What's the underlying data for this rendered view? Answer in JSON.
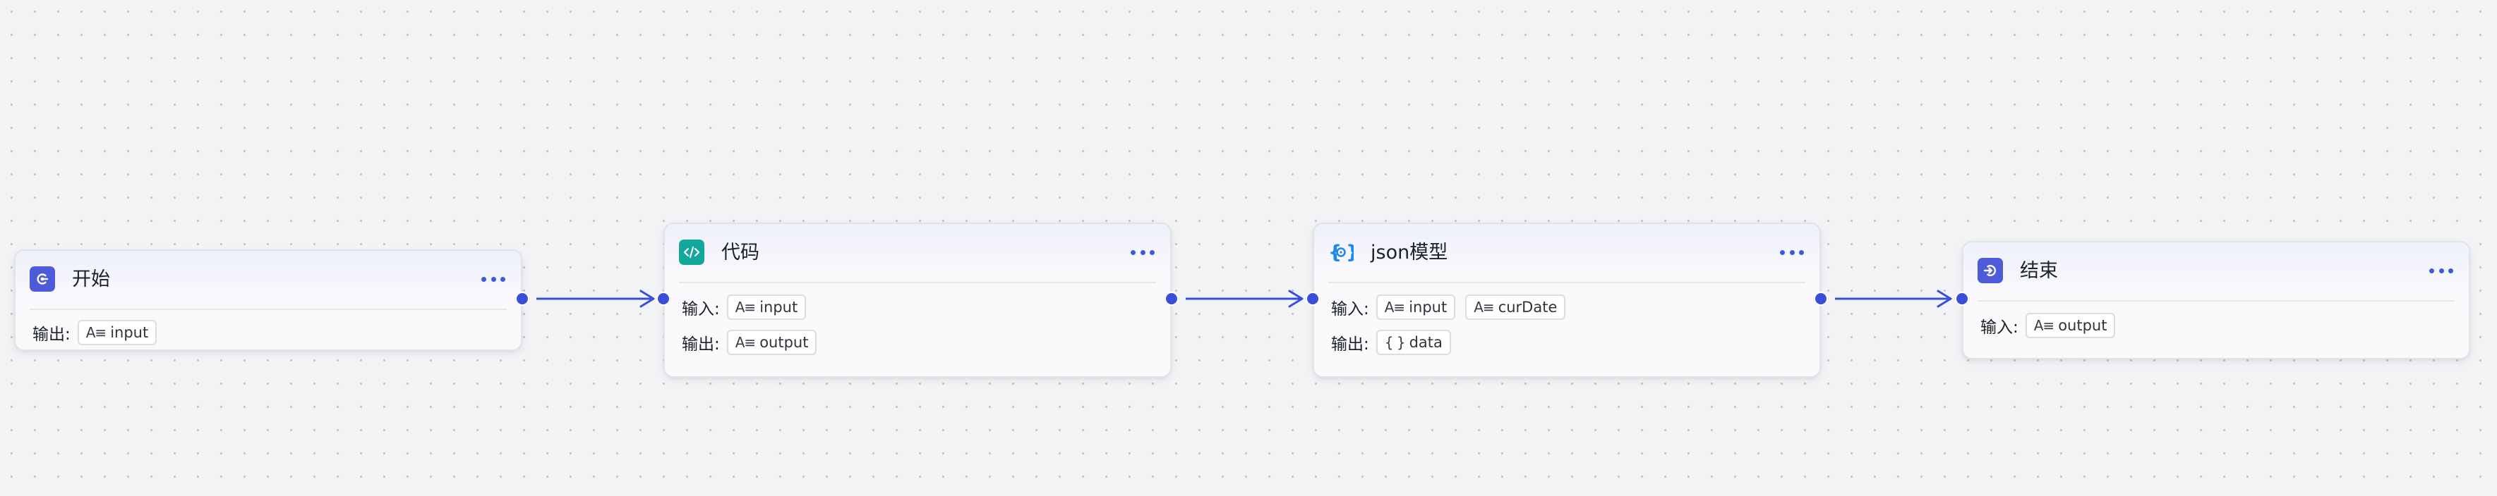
{
  "colors": {
    "canvas_background": "#f2f3f5",
    "grid_dot": "#c3c6cc",
    "edge": "#3b4fd6",
    "handle": "#3b4fd6",
    "more_dots": "#3b5bdb",
    "start_icon_bg": "#4e5bd8",
    "code_icon_bg": "#12a89b",
    "json_icon_color": "#1e88e5",
    "end_icon_bg": "#4e5bd8"
  },
  "nodes": {
    "start": {
      "title": "开始",
      "icon": "start-icon",
      "output_label": "输出:",
      "outputs": [
        {
          "type": "A≡",
          "name": "input"
        }
      ]
    },
    "code": {
      "title": "代码",
      "icon": "code-icon",
      "input_label": "输入:",
      "output_label": "输出:",
      "inputs": [
        {
          "type": "A≡",
          "name": "input"
        }
      ],
      "outputs": [
        {
          "type": "A≡",
          "name": "output"
        }
      ]
    },
    "json": {
      "title": "json模型",
      "icon": "json-model-icon",
      "input_label": "输入:",
      "output_label": "输出:",
      "inputs": [
        {
          "type": "A≡",
          "name": "input"
        },
        {
          "type": "A≡",
          "name": "curDate"
        }
      ],
      "outputs": [
        {
          "type": "{ }",
          "name": "data"
        }
      ]
    },
    "end": {
      "title": "结束",
      "icon": "end-icon",
      "input_label": "输入:",
      "inputs": [
        {
          "type": "A≡",
          "name": "output"
        }
      ]
    }
  },
  "edges": [
    {
      "from": "start",
      "to": "code"
    },
    {
      "from": "code",
      "to": "json"
    },
    {
      "from": "json",
      "to": "end"
    }
  ]
}
